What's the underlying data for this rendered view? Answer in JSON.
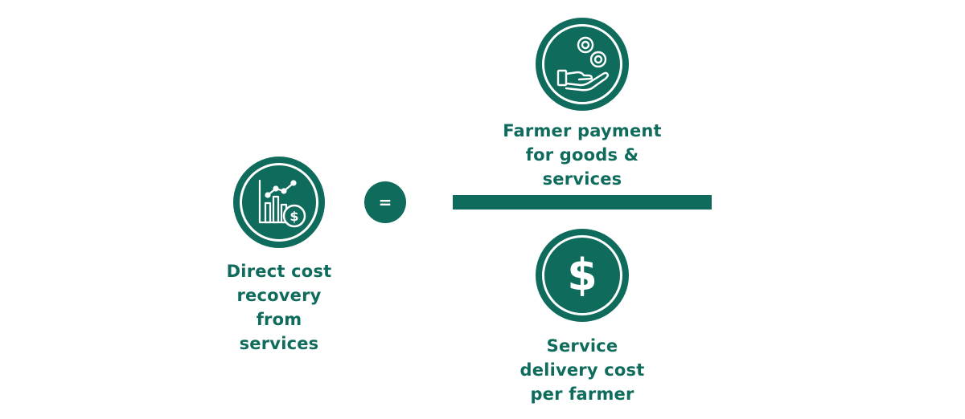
{
  "colors": {
    "primary": "#0f6b5c",
    "background": "#ffffff"
  },
  "left": {
    "icon": "chart-dollar-icon",
    "label_lines": [
      "Direct cost",
      "recovery",
      "from",
      "services"
    ]
  },
  "operator": {
    "symbol": "="
  },
  "numerator": {
    "icon": "hand-coins-icon",
    "label_lines": [
      "Farmer payment",
      "for goods &",
      "services"
    ]
  },
  "denominator": {
    "icon": "dollar-icon",
    "dollar_symbol": "$",
    "label_lines": [
      "Service",
      "delivery cost",
      "per farmer"
    ]
  }
}
